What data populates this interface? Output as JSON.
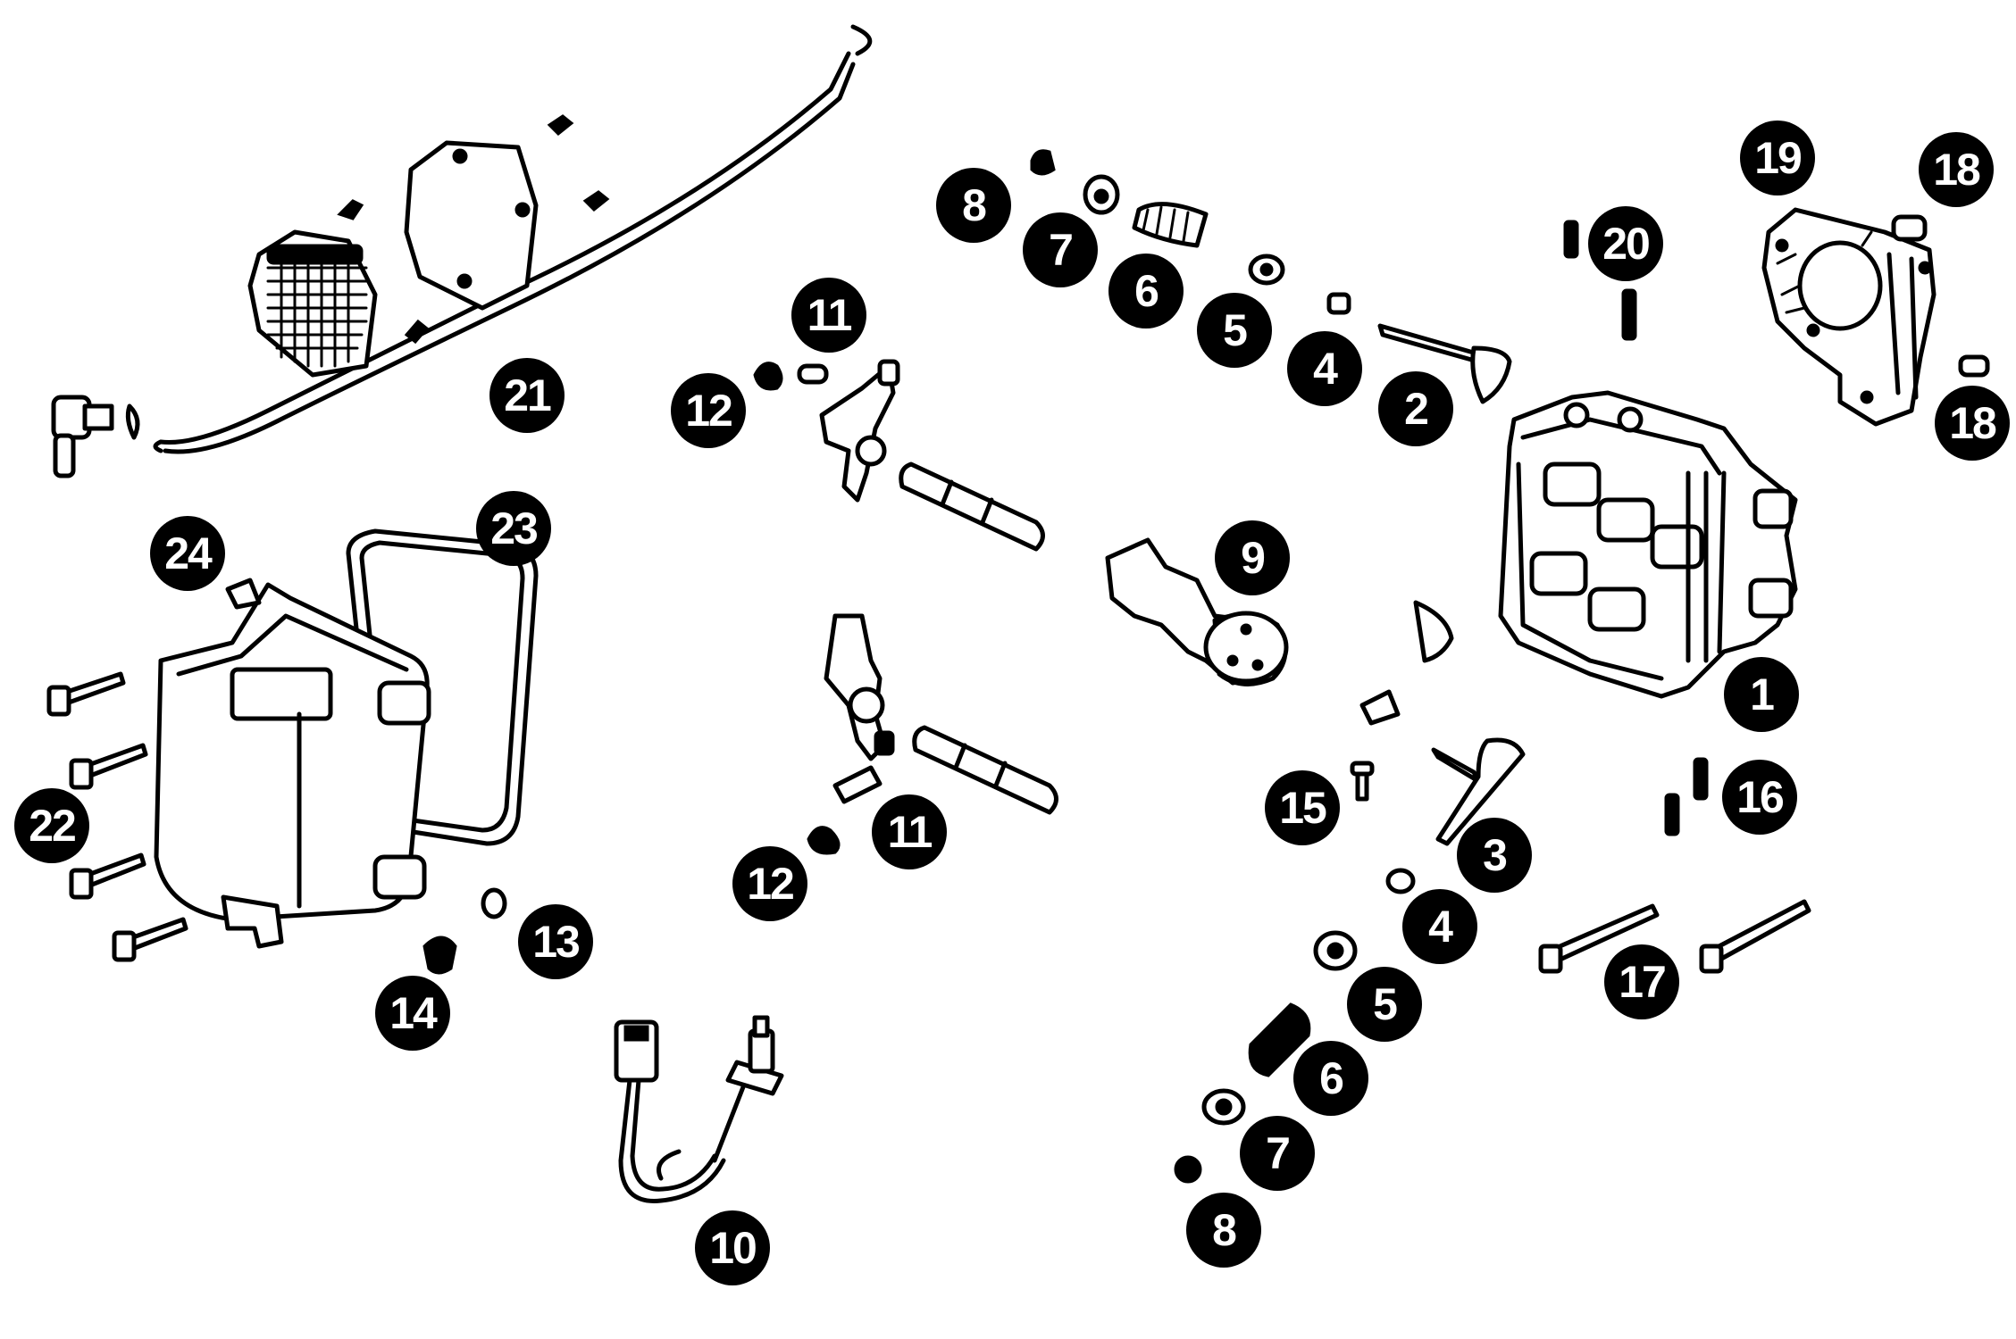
{
  "callouts": [
    {
      "id": "c-8-top",
      "label": "8"
    },
    {
      "id": "c-7-top",
      "label": "7"
    },
    {
      "id": "c-6-top",
      "label": "6"
    },
    {
      "id": "c-5-top",
      "label": "5"
    },
    {
      "id": "c-4-top",
      "label": "4"
    },
    {
      "id": "c-2",
      "label": "2"
    },
    {
      "id": "c-20",
      "label": "20"
    },
    {
      "id": "c-19",
      "label": "19"
    },
    {
      "id": "c-18-top",
      "label": "18"
    },
    {
      "id": "c-18-bottom",
      "label": "18"
    },
    {
      "id": "c-11-top",
      "label": "11"
    },
    {
      "id": "c-12-top",
      "label": "12"
    },
    {
      "id": "c-21",
      "label": "21"
    },
    {
      "id": "c-24",
      "label": "24"
    },
    {
      "id": "c-23",
      "label": "23"
    },
    {
      "id": "c-9",
      "label": "9"
    },
    {
      "id": "c-1",
      "label": "1"
    },
    {
      "id": "c-22",
      "label": "22"
    },
    {
      "id": "c-15",
      "label": "15"
    },
    {
      "id": "c-16",
      "label": "16"
    },
    {
      "id": "c-3",
      "label": "3"
    },
    {
      "id": "c-11-bottom",
      "label": "11"
    },
    {
      "id": "c-12-bottom",
      "label": "12"
    },
    {
      "id": "c-4-bottom",
      "label": "4"
    },
    {
      "id": "c-13",
      "label": "13"
    },
    {
      "id": "c-14",
      "label": "14"
    },
    {
      "id": "c-17",
      "label": "17"
    },
    {
      "id": "c-5-bottom",
      "label": "5"
    },
    {
      "id": "c-6-bottom",
      "label": "6"
    },
    {
      "id": "c-7-bottom",
      "label": "7"
    },
    {
      "id": "c-8-bottom",
      "label": "8"
    },
    {
      "id": "c-10",
      "label": "10"
    }
  ]
}
